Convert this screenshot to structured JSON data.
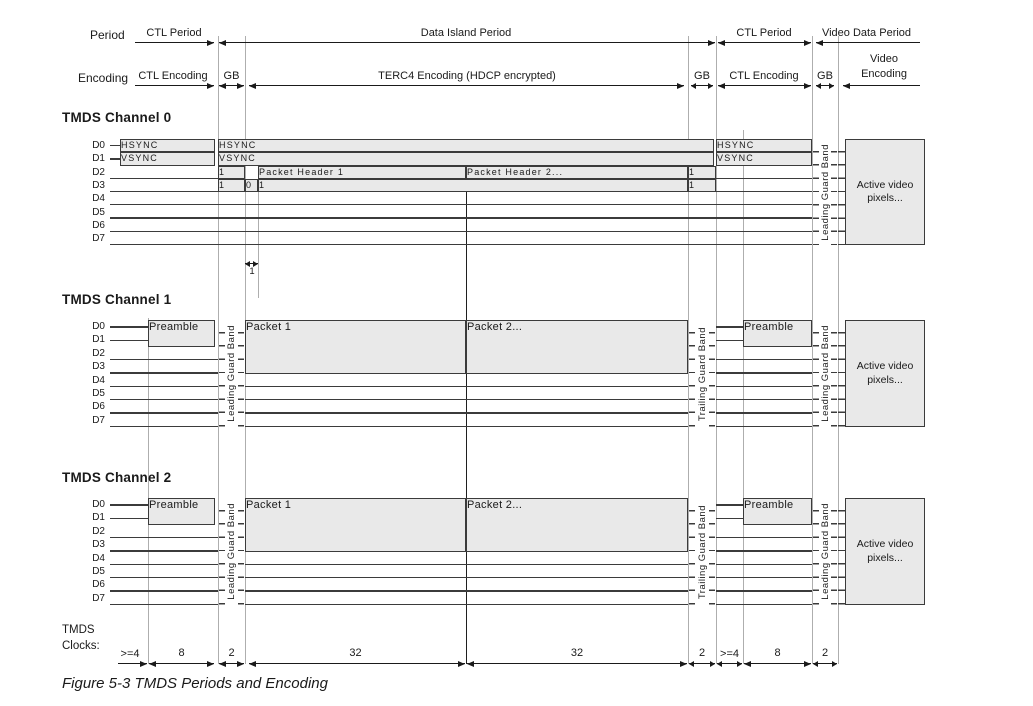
{
  "header": {
    "period_row_label": "Period",
    "encoding_row_label": "Encoding",
    "ctl_period": "CTL Period",
    "data_island_period": "Data Island Period",
    "video_data_period": "Video Data Period",
    "ctl_encoding": "CTL Encoding",
    "gb": "GB",
    "terc4_encoding": "TERC4 Encoding (HDCP encrypted)",
    "video_encoding_line1": "Video",
    "video_encoding_line2": "Encoding"
  },
  "channels": {
    "ch0_title": "TMDS Channel 0",
    "ch1_title": "TMDS Channel 1",
    "ch2_title": "TMDS Channel 2"
  },
  "lanes": [
    "D0",
    "D1",
    "D2",
    "D3",
    "D4",
    "D5",
    "D6",
    "D7"
  ],
  "boxes": {
    "hsync": "HSYNC",
    "vsync": "VSYNC",
    "one": "1",
    "zero": "0",
    "packet_header_1": "Packet Header 1",
    "packet_header_2": "Packet Header 2...",
    "preamble": "Preamble",
    "packet_1": "Packet 1",
    "packet_2": "Packet 2...",
    "leading_guard_band": "Leading Guard Band",
    "trailing_guard_band": "Trailing Guard Band",
    "active_video": "Active video pixels..."
  },
  "annotations": {
    "one_clock": "1"
  },
  "clocks": {
    "label_line1": "TMDS",
    "label_line2": "Clocks:",
    "ge4": ">=4",
    "n8": "8",
    "n2": "2",
    "n32": "32"
  },
  "caption": "Figure 5-3 TMDS Periods and Encoding",
  "colors": {
    "box_fill": "#e9e9e9",
    "line": "#3b3b3b",
    "gridline": "#aeaeae"
  }
}
